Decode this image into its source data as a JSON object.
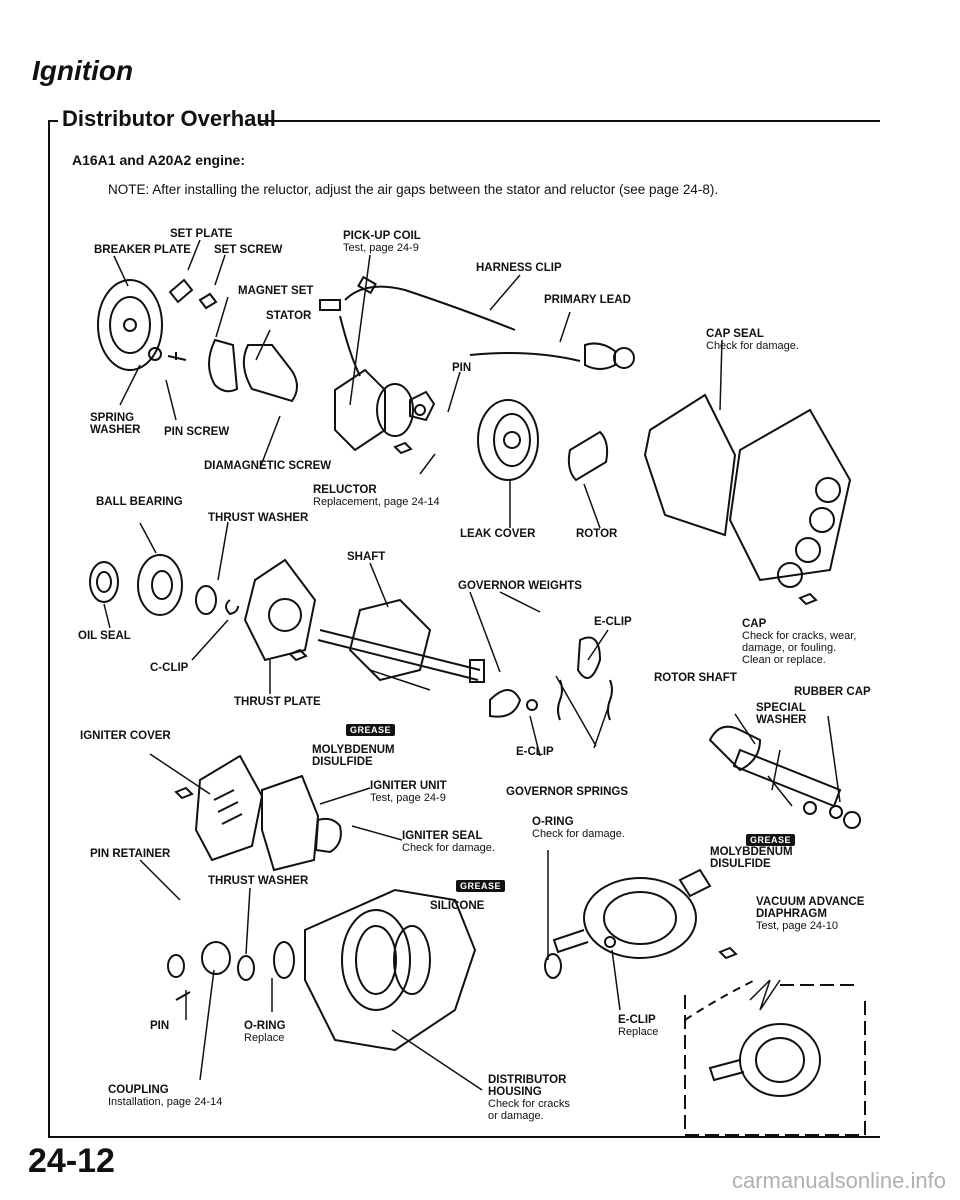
{
  "header": {
    "section": "Ignition",
    "title": "Distributor Overhaul"
  },
  "engine_line": "A16A1 and A20A2 engine:",
  "note": "NOTE:  After installing the reluctor, adjust the air gaps between the stator and reluctor (see page 24-8).",
  "labels": {
    "set_plate": "SET PLATE",
    "breaker_plate": "BREAKER PLATE",
    "set_screw": "SET SCREW",
    "pickup_coil": "PICK-UP COIL",
    "pickup_coil_sub": "Test, page 24-9",
    "harness_clip": "HARNESS CLIP",
    "magnet_set": "MAGNET SET",
    "primary_lead": "PRIMARY LEAD",
    "stator": "STATOR",
    "cap_seal": "CAP SEAL",
    "cap_seal_sub": "Check for damage.",
    "pin_top": "PIN",
    "spring_washer": "SPRING\nWASHER",
    "pin_screw": "PIN SCREW",
    "diamagnetic_screw": "DIAMAGNETIC SCREW",
    "reluctor": "RELUCTOR",
    "reluctor_sub": "Replacement, page 24-14",
    "ball_bearing": "BALL BEARING",
    "thrust_washer_top": "THRUST WASHER",
    "leak_cover": "LEAK COVER",
    "rotor": "ROTOR",
    "shaft": "SHAFT",
    "governor_weights": "GOVERNOR WEIGHTS",
    "eclip_top": "E-CLIP",
    "cap": "CAP",
    "cap_sub_1": "Check for cracks, wear,",
    "cap_sub_2": "damage, or fouling.",
    "cap_sub_3": "Clean or replace.",
    "oil_seal": "OIL SEAL",
    "c_clip": "C-CLIP",
    "rotor_shaft": "ROTOR SHAFT",
    "rubber_cap": "RUBBER CAP",
    "thrust_plate": "THRUST PLATE",
    "special_washer_1": "SPECIAL",
    "special_washer_2": "WASHER",
    "igniter_cover": "IGNITER COVER",
    "grease": "GREASE",
    "moly_1": "MOLYBDENUM",
    "moly_2": "DISULFIDE",
    "eclip_mid": "E-CLIP",
    "igniter_unit": "IGNITER UNIT",
    "igniter_unit_sub": "Test, page 24-9",
    "governor_springs": "GOVERNOR SPRINGS",
    "oring_mid": "O-RING",
    "oring_mid_sub": "Check for damage.",
    "igniter_seal": "IGNITER SEAL",
    "igniter_seal_sub": "Check for damage.",
    "pin_retainer": "PIN RETAINER",
    "moly2_1": "MOLYBDENUM",
    "moly2_2": "DISULFIDE",
    "thrust_washer_bottom": "THRUST WASHER",
    "silicone": "SILICONE",
    "vacuum_1": "VACUUM ADVANCE",
    "vacuum_2": "DIAPHRAGM",
    "vacuum_sub": "Test, page 24-10",
    "pin_bottom": "PIN",
    "eclip_bottom": "E-CLIP",
    "eclip_bottom_sub": "Replace",
    "oring_bottom": "O-RING",
    "oring_bottom_sub": "Replace",
    "coupling": "COUPLING",
    "coupling_sub": "Installation, page 24-14",
    "housing_1": "DISTRIBUTOR",
    "housing_2": "HOUSING",
    "housing_sub_1": "Check for cracks",
    "housing_sub_2": "or damage."
  },
  "page_number": "24-12",
  "watermark": "carmanualsonline.info"
}
